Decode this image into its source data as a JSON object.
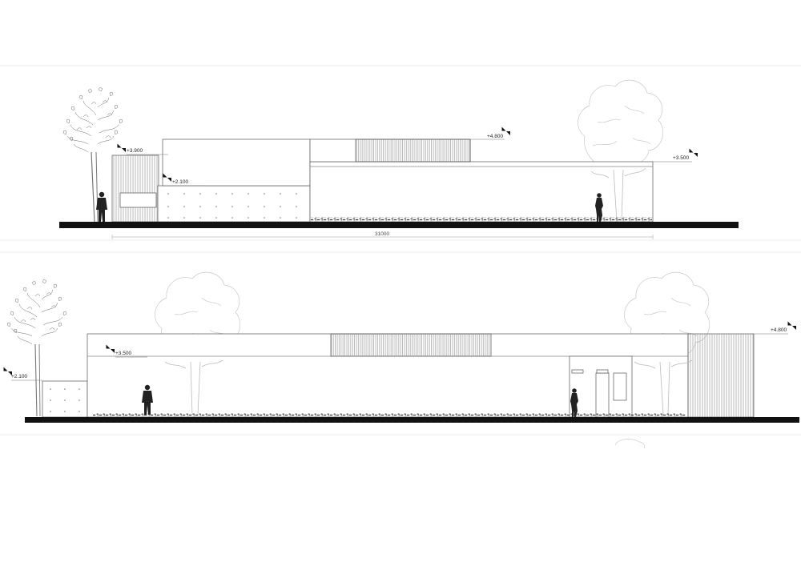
{
  "elevations": [
    {
      "levels": [
        "+3.900",
        "+2.100",
        "+4.800",
        "+3.500"
      ],
      "dimension": "31000"
    },
    {
      "levels": [
        "+3.500",
        "+2.100",
        "+4.800"
      ]
    }
  ]
}
